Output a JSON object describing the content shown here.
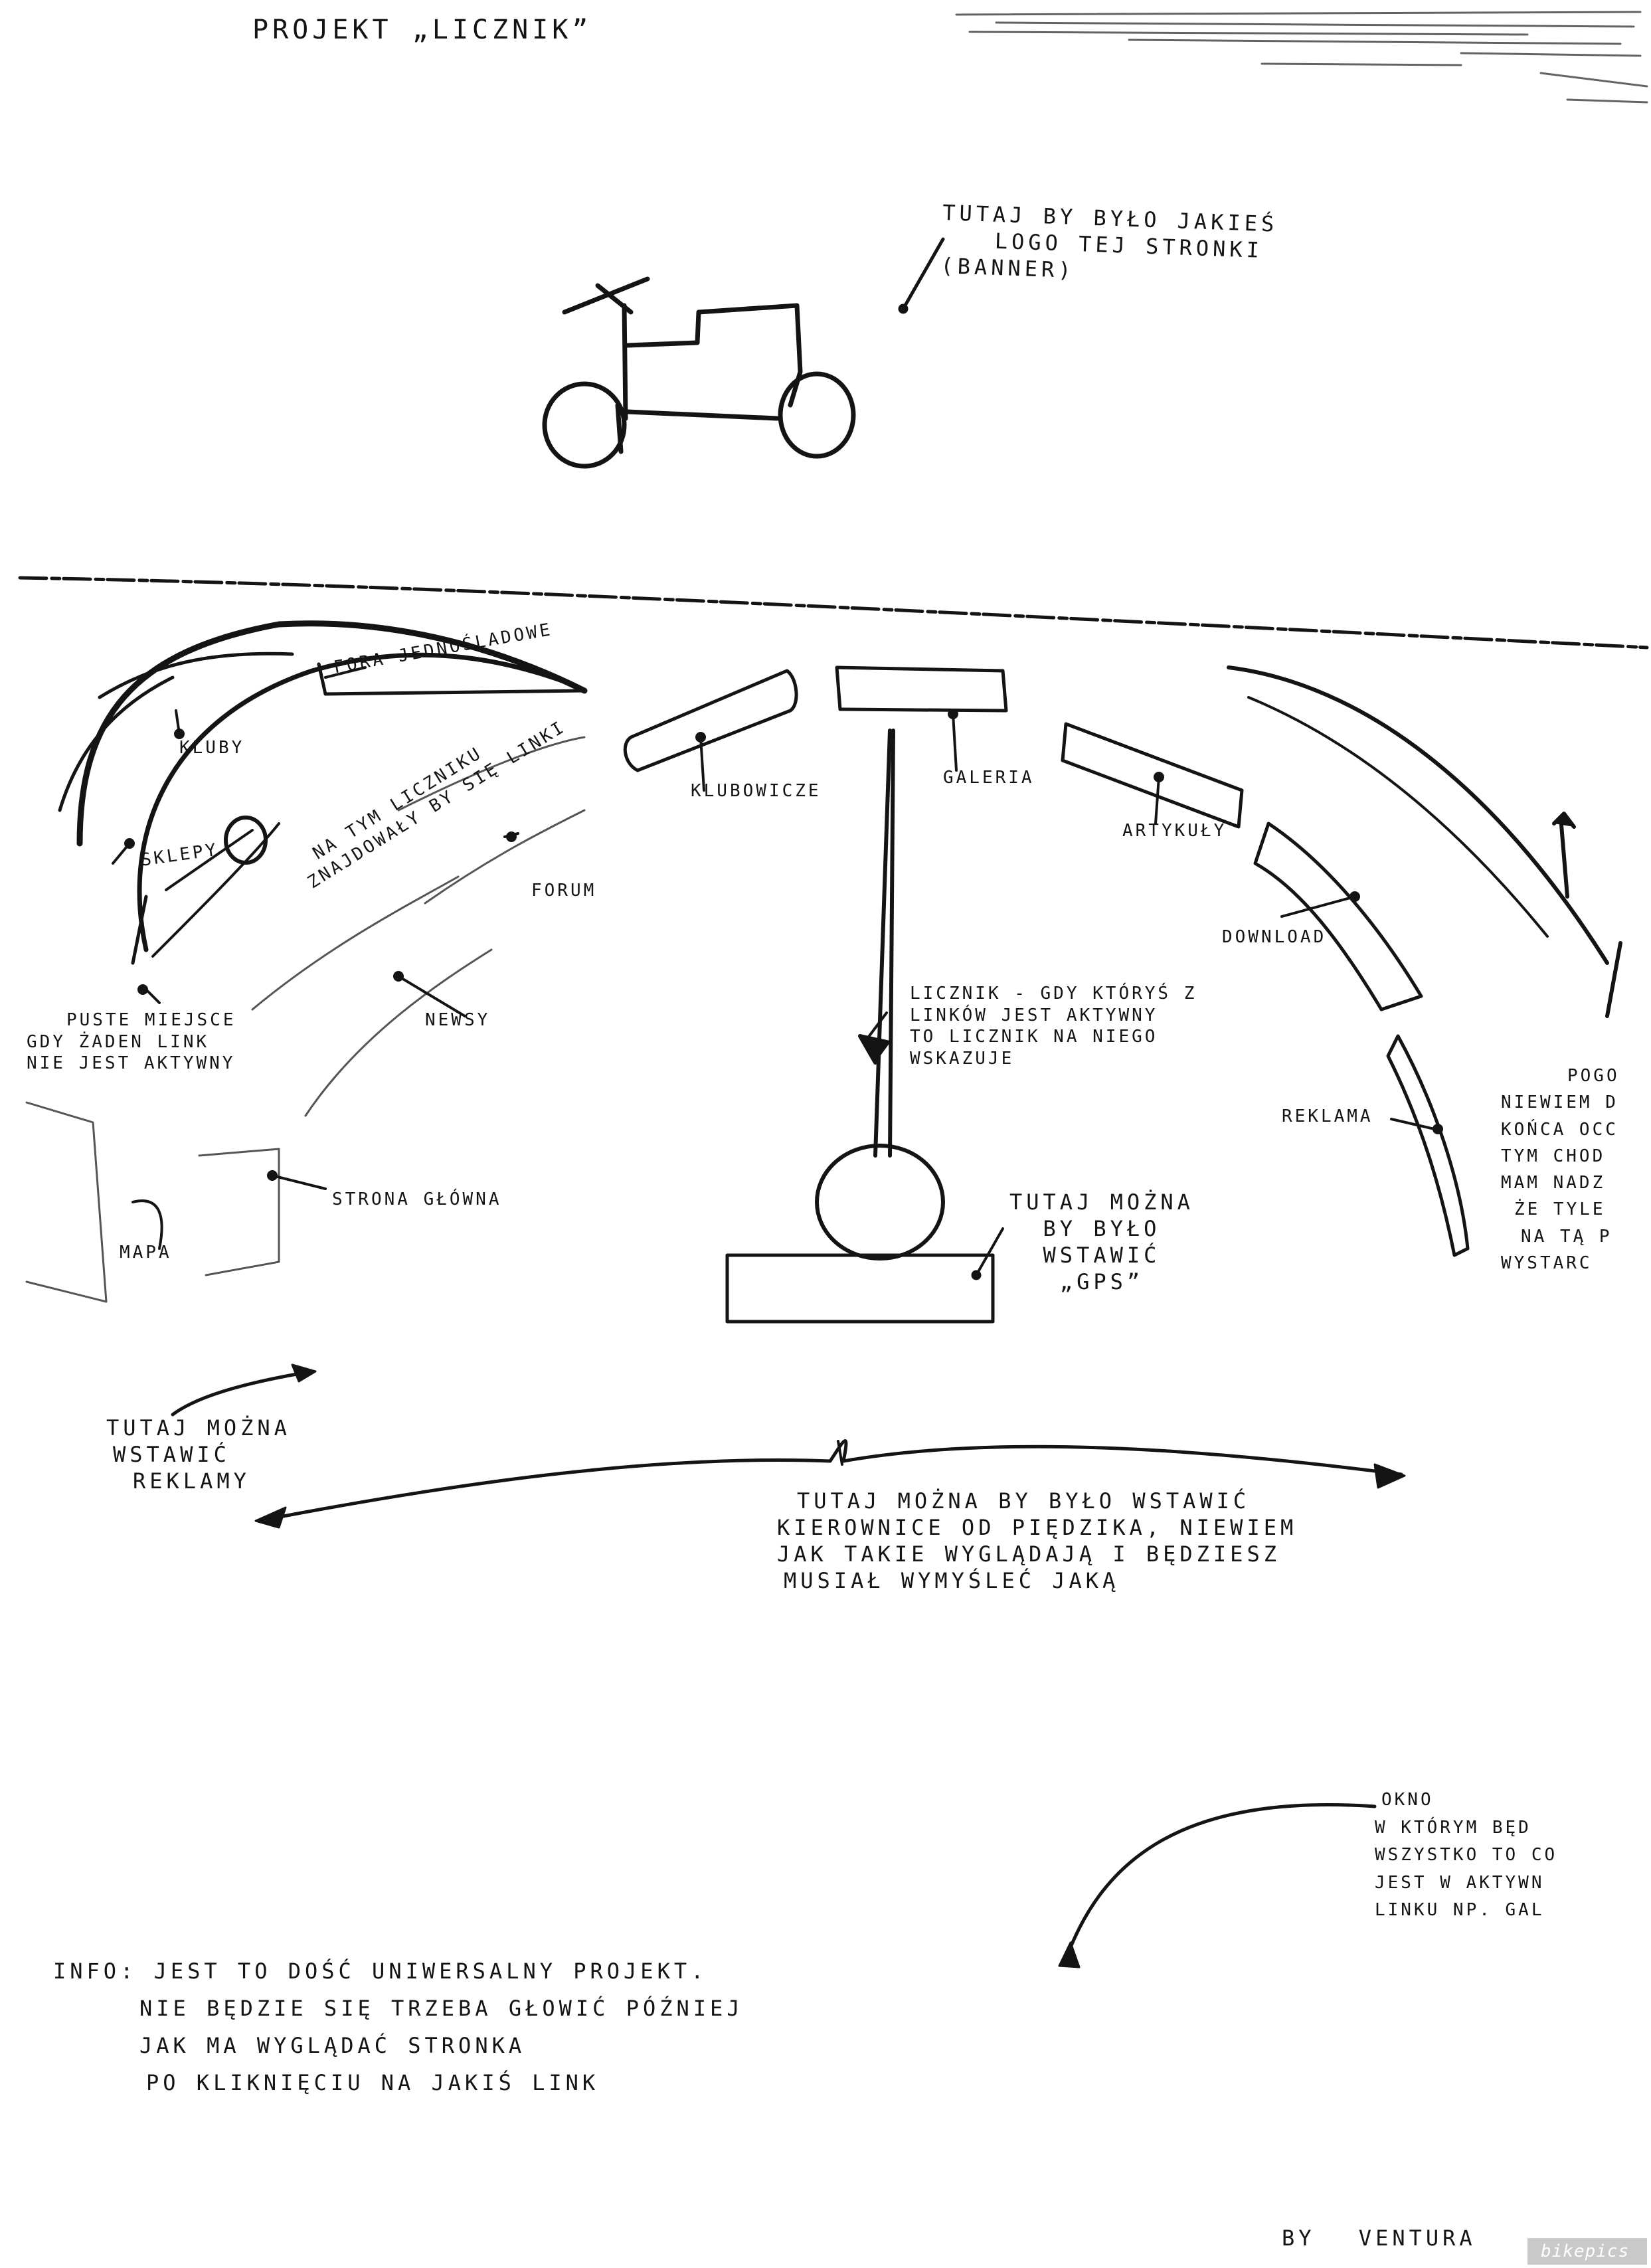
{
  "title": "PROJEKT „LICZNIK”",
  "banner_note": [
    "TUTAJ BY BYŁO JAKIEŚ",
    "LOGO TEJ STRONKI",
    "(BANNER)"
  ],
  "links": {
    "fora": "FORA JEDNOŚLADOWE",
    "kluby": "KLUBY",
    "sklepy": "SKLEPY",
    "forum": "FORUM",
    "newsy": "NEWSY",
    "strona_glowna": "STRONA GŁÓWNA",
    "mapa": "MAPA",
    "klubowicze": "KLUBOWICZE",
    "galeria": "GALERIA",
    "artykuly": "ARTYKUŁY",
    "download": "DOWNLOAD",
    "reklama": "REKLAMA"
  },
  "arc_note": [
    "NA TYM LICZNIKU",
    "ZNAJDOWAŁY BY SIĘ LINKI"
  ],
  "empty_note": [
    "PUSTE MIEJSCE",
    "GDY ŻADEN LINK",
    "NIE JEST AKTYWNY"
  ],
  "needle_note": [
    "LICZNIK - GDY KTÓRYŚ Z",
    "LINKÓW JEST AKTYWNY",
    "TO LICZNIK NA NIEGO",
    "WSKAZUJE"
  ],
  "gps_note": [
    "TUTAJ MOŻNA",
    "BY BYŁO",
    "WSTAWIĆ",
    "„GPS”"
  ],
  "right_note": [
    "POGO",
    "NIEWIEM D",
    "KOŃCA OCC",
    "TYM CHOD",
    "MAM NADZ",
    "ŻE TYLE",
    "NA TĄ P",
    "WYSTARC"
  ],
  "ads_note": [
    "TUTAJ MOŻNA",
    "WSTAWIĆ",
    "REKLAMY"
  ],
  "handlebar_note": [
    "TUTAJ MOŻNA BY BYŁO WSTAWIĆ",
    "KIEROWNICE OD PIĘDZIKA, NIEWIEM",
    "JAK TAKIE WYGLĄDAJĄ I BĘDZIESZ",
    "MUSIAŁ WYMYŚLEĆ JAKĄ"
  ],
  "window_note": [
    "OKNO",
    "W KTÓRYM BĘD",
    "WSZYSTKO TO CO",
    "JEST W AKTYWN",
    "LINKU NP. GAL"
  ],
  "info_note": [
    "INFO: JEST TO DOŚĆ UNIWERSALNY PROJEKT.",
    "NIE BĘDZIE SIĘ TRZEBA GŁOWIĆ PÓŹNIEJ",
    "JAK MA WYGLĄDAĆ STRONKA",
    "PO KLIKNIĘCIU NA JAKIŚ LINK"
  ],
  "signature": "BY VENTURA",
  "watermark": "bikepics"
}
